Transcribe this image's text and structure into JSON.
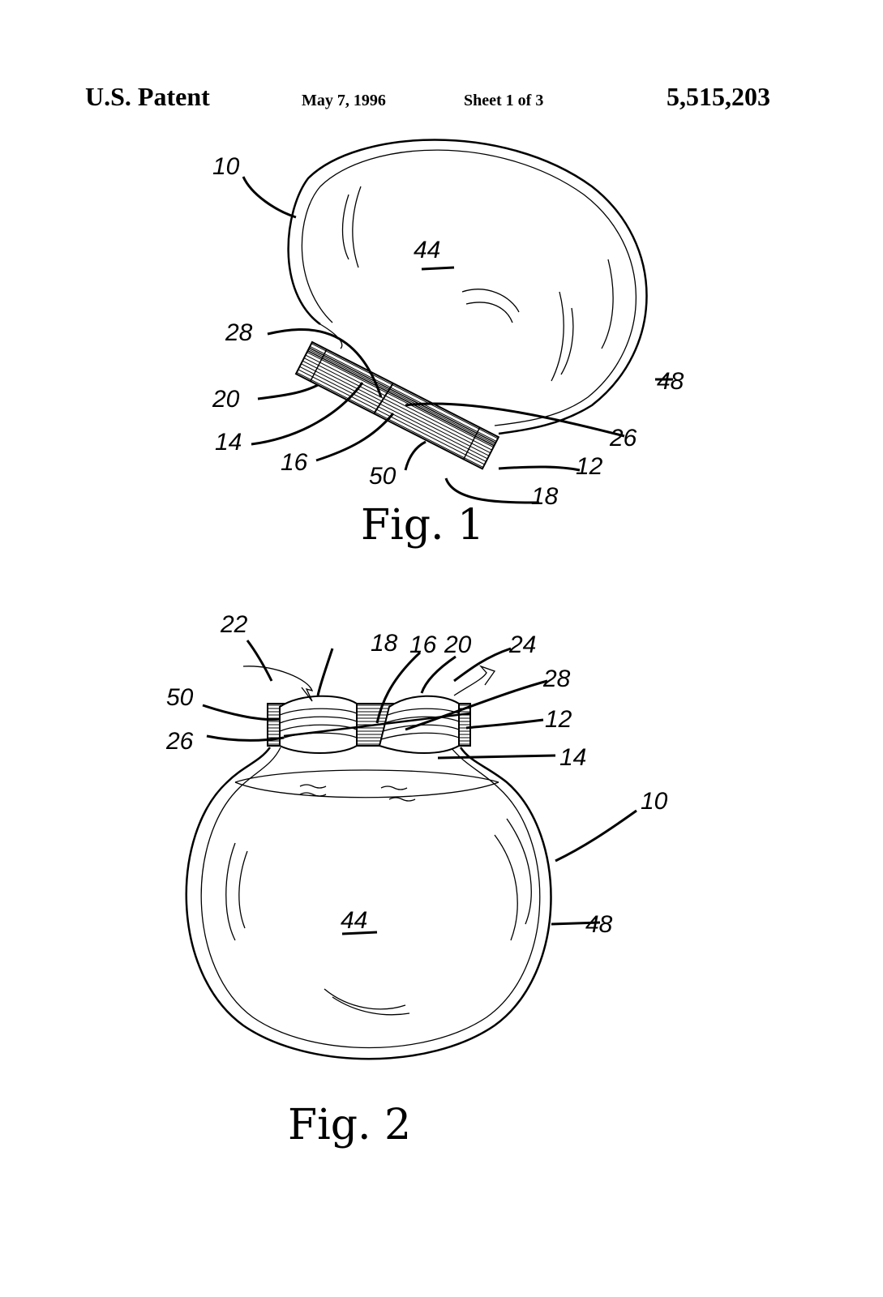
{
  "header": {
    "left": "U.S. Patent",
    "date": "May 7, 1996",
    "sheet": "Sheet 1 of 3",
    "patent_number": "5,515,203"
  },
  "figure1": {
    "caption": "Fig. 1",
    "labels": [
      "10",
      "44",
      "28",
      "48",
      "20",
      "14",
      "26",
      "16",
      "12",
      "50",
      "18"
    ]
  },
  "figure2": {
    "caption": "Fig. 2",
    "labels": [
      "22",
      "18",
      "16",
      "20",
      "24",
      "28",
      "50",
      "12",
      "26",
      "14",
      "10",
      "44",
      "48"
    ]
  }
}
